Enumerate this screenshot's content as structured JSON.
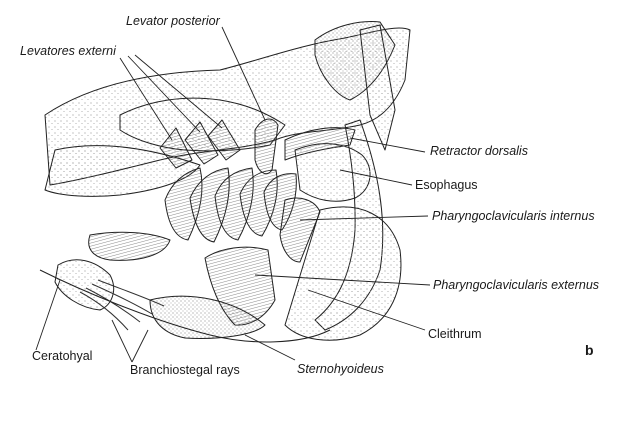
{
  "labels": {
    "levator_posterior": "Levator posterior",
    "levatores_externi": "Levatores externi",
    "retractor_dorsalis": "Retractor dorsalis",
    "esophagus": "Esophagus",
    "pharyngoclavicularis_internus": "Pharyngoclavicularis internus",
    "pharyngoclavicularis_externus": "Pharyngoclavicularis externus",
    "cleithrum": "Cleithrum",
    "ceratohyal": "Ceratohyal",
    "branchiostegal_rays": "Branchiostegal rays",
    "sternohyoideus": "Sternohyoideus"
  },
  "panel_letter": "b",
  "colors": {
    "ink": "#1a1a1a",
    "stipple": "#6b6b6b",
    "background": "#ffffff"
  }
}
